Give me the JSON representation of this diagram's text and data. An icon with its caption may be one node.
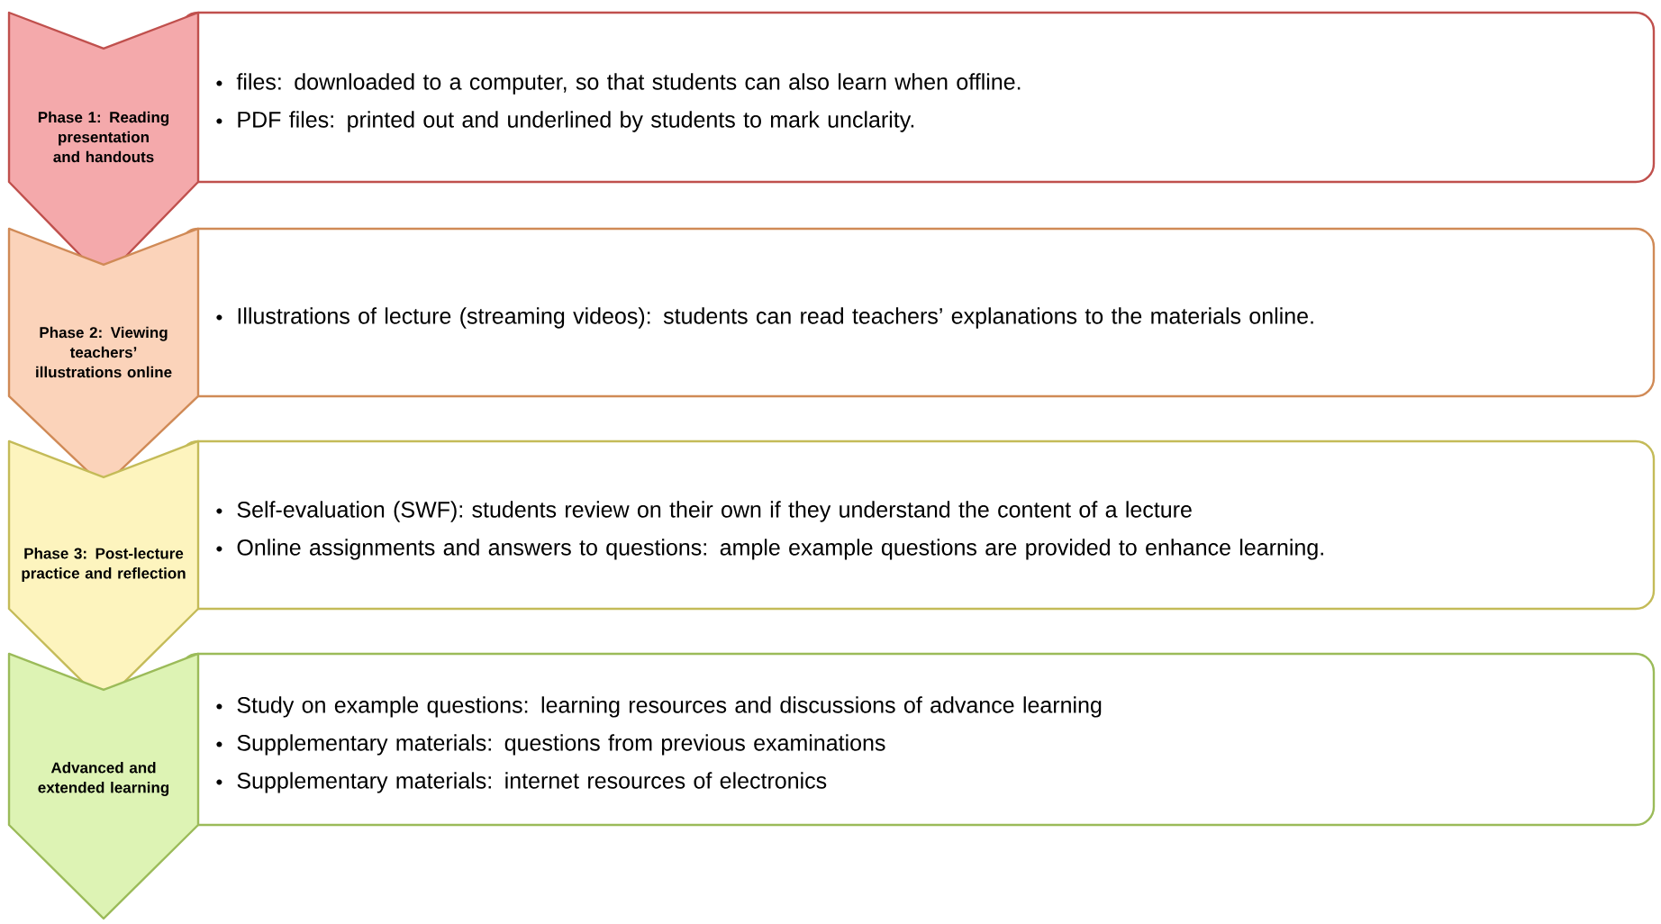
{
  "diagram": {
    "nodes": [
      {
        "text": [
          "Phase 1: Reading presentation and handouts"
        ]
      },
      {
        "text": [
          "files: downloaded to a computer, so that students can also learn when offline.",
          "PDF files: printed out and underlined by students to mark unclarity."
        ]
      },
      {
        "text": [
          "Phase 2: Viewing teachers’ illustrations online"
        ]
      },
      {
        "text": [
          "Illustrations of lecture (streaming videos): students can read teachers’ explanations to the materials online."
        ]
      },
      {
        "text": [
          "Phase 3: Post-lecture practice and reflection"
        ]
      },
      {
        "text": [
          "Self-evaluation (SWF): students review on their own if they understand the content of a lecture",
          "Online assignments and answers to questions: ample example questions are provided to enhance learning."
        ]
      },
      {
        "text": [
          "Advanced and extended learning"
        ]
      },
      {
        "text": [
          "Study on example questions: learning resources and discussions of advance learning",
          "Supplementary materials: questions from previous examinations",
          "Supplementary materials: internet resources of electronics"
        ]
      }
    ]
  }
}
